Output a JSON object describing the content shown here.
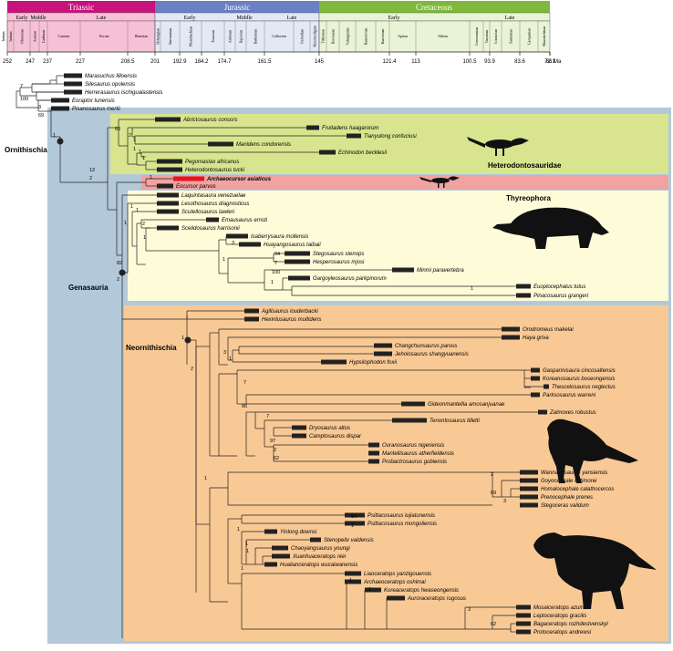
{
  "timescale": {
    "periods": [
      "Triassic",
      "Jurassic",
      "Cretaceous"
    ],
    "epochs": [
      "Early",
      "Middle",
      "Late",
      "Early",
      "Middle",
      "Late",
      "Early",
      "Late"
    ],
    "stages": [
      "Induan",
      "Olenekian",
      "Anisian",
      "Ladinian",
      "Carnian",
      "Norian",
      "Rhaetian",
      "Hettangian",
      "Sinemurian",
      "Pliensbachian",
      "Toarcian",
      "Aalenian",
      "Bajocian",
      "Bathonian",
      "Callovian",
      "Oxfordian",
      "Kimmeridgian",
      "Tithonian",
      "Berriasian",
      "Valanginian",
      "Hauterivian",
      "Barremian",
      "Aptian",
      "Albian",
      "Cenomanian",
      "Turonian",
      "Coniacian",
      "Santonian",
      "Campanian",
      "Maastrichtian"
    ],
    "ticks": [
      "252",
      "247",
      "237",
      "227",
      "208.5",
      "201",
      "192.9",
      "184.2",
      "174.7",
      "161.5",
      "145",
      "121.4",
      "113",
      "100.5",
      "93.9",
      "83.6",
      "72.1",
      "66 Ma"
    ],
    "colors": {
      "triassic": "#c8127e",
      "jurassic": "#6b7fc4",
      "cretaceous": "#7fb83a"
    }
  },
  "groups": {
    "ornithischia": "Ornithischia",
    "genasauria": "Genasauria",
    "neornithischia": "Neornithischia",
    "heterodontosauridae": "Heterodontosauridae",
    "thyreophora": "Thyreophora"
  },
  "taxa": [
    {
      "name": "Marasuchus lilloensis"
    },
    {
      "name": "Silesaurus opolensis"
    },
    {
      "name": "Herrerasaurus ischigualastensis"
    },
    {
      "name": "Eoraptor lunensis"
    },
    {
      "name": "Pisanosaurus mertii"
    },
    {
      "name": "Abrictosaurus consors"
    },
    {
      "name": "Fruitadens haagarorum"
    },
    {
      "name": "Tianyulong confuciusi"
    },
    {
      "name": "Manidens condorensis"
    },
    {
      "name": "Echinodon becklesii"
    },
    {
      "name": "Pegomastax africanus"
    },
    {
      "name": "Heterodontosaurus tucki"
    },
    {
      "name": "Archaeocursor asiaticus",
      "highlight": true
    },
    {
      "name": "Eocursor parvus"
    },
    {
      "name": "Laquintasaura venezuelae"
    },
    {
      "name": "Lesothosaurus diagnosticus"
    },
    {
      "name": "Scutellosaurus lawleri"
    },
    {
      "name": "Emausaurus ernsti"
    },
    {
      "name": "Scelidosaurus harrisonii"
    },
    {
      "name": "Isaberrysaura mollensis"
    },
    {
      "name": "Huayangosaurus taibaii"
    },
    {
      "name": "Stegosaurus stenops"
    },
    {
      "name": "Hesperosaurus mjosi"
    },
    {
      "name": "Minmi paravertebra"
    },
    {
      "name": "Gargoyleosaurus parkpinorum"
    },
    {
      "name": "Euoplocephalus tutus"
    },
    {
      "name": "Pinacosaurus grangeri"
    },
    {
      "name": "Agilisaurus louderbacki"
    },
    {
      "name": "Hexinlusaurus multidens"
    },
    {
      "name": "Orodromeus makelai"
    },
    {
      "name": "Haya griva"
    },
    {
      "name": "Changchunsaurus parvus"
    },
    {
      "name": "Jeholosaurus shangyuanensis"
    },
    {
      "name": "Hypsilophodon foxii"
    },
    {
      "name": "Gasparinisaura cincosaltensis"
    },
    {
      "name": "Koreanosaurus boseongensis"
    },
    {
      "name": "Thescelosaurus neglectus"
    },
    {
      "name": "Parksosaurus warreni"
    },
    {
      "name": "Gideonmantellia amosanjuanae"
    },
    {
      "name": "Zalmoxes robustus"
    },
    {
      "name": "Tenontosaurus tilletti"
    },
    {
      "name": "Dryosaurus altus"
    },
    {
      "name": "Camptosaurus dispar"
    },
    {
      "name": "Ouranosaurus nigeriensis"
    },
    {
      "name": "Mantellisaurus atherfieldensis"
    },
    {
      "name": "Probactrosaurus gobiensis"
    },
    {
      "name": "Wannanosaurus yansiensis"
    },
    {
      "name": "Goyocephale lattimorei"
    },
    {
      "name": "Homalocephale calathocercos"
    },
    {
      "name": "Prenocephale prenes"
    },
    {
      "name": "Stegoceras validum"
    },
    {
      "name": "Psittacosaurus lujiatunensis"
    },
    {
      "name": "Psittacosaurus mongoliensis"
    },
    {
      "name": "Yinlong downsi"
    },
    {
      "name": "Stenopelix valdensis"
    },
    {
      "name": "Chaoyangsaurus youngi"
    },
    {
      "name": "Xuanhuaceratops niei"
    },
    {
      "name": "Hualianceratops wucaiwanensis"
    },
    {
      "name": "Liaoceratops yanzigouensis"
    },
    {
      "name": "Archaeoceratops oshimai"
    },
    {
      "name": "Koreaceratops hwaseongensis"
    },
    {
      "name": "Auroraceratops rugosus"
    },
    {
      "name": "Mosaiceratops azumai"
    },
    {
      "name": "Leptoceratops gracilis"
    },
    {
      "name": "Bagaceratops rozhdestvenskyi"
    },
    {
      "name": "Protoceratops andrewsi"
    }
  ],
  "support_labels": [
    "7",
    "100",
    "3",
    "69",
    "1",
    "12",
    "2",
    "63",
    "2",
    "1",
    "1",
    "1",
    "1",
    "1",
    "1",
    "1",
    "1",
    "2",
    "1",
    "1",
    "3",
    "94",
    "7",
    "100",
    "1",
    "1",
    "82",
    "2",
    "1",
    "2",
    "1",
    "3",
    "1",
    "7",
    "86",
    "7",
    "97",
    "2",
    "62",
    "2",
    "69",
    "3",
    "84",
    "1",
    "1",
    "1",
    "1",
    "1",
    "1",
    "1",
    "3",
    "62"
  ]
}
